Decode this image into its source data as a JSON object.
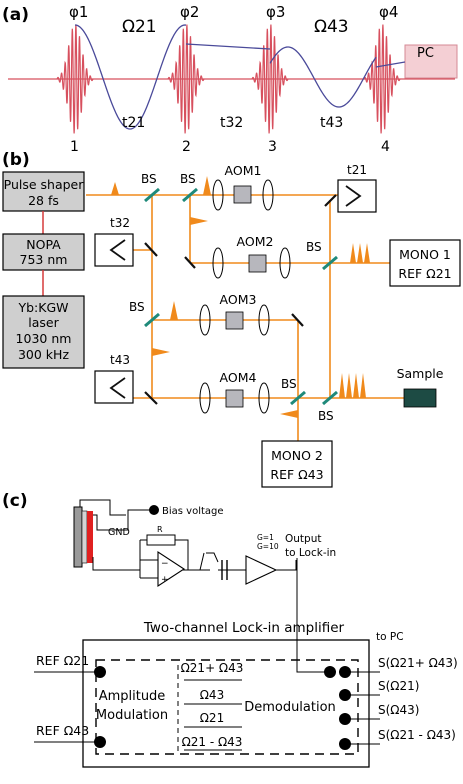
{
  "panel_a": {
    "label": "(a)",
    "phases": [
      "φ1",
      "φ2",
      "φ3",
      "φ4"
    ],
    "omega_21": "Ω21",
    "omega_43": "Ω43",
    "pc": "PC",
    "pulse_numbers": [
      "1",
      "2",
      "3",
      "4"
    ],
    "delays": [
      "t21",
      "t32",
      "t43"
    ]
  },
  "panel_b": {
    "label": "(b)",
    "pulse_shaper": [
      "Pulse shaper",
      "28 fs"
    ],
    "nopa": [
      "NOPA",
      "753 nm"
    ],
    "laser": [
      "Yb:KGW",
      "laser",
      "1030 nm",
      "300 kHz"
    ],
    "bs": "BS",
    "aoms": [
      "AOM1",
      "AOM2",
      "AOM3",
      "AOM4"
    ],
    "delays": [
      "t21",
      "t32",
      "t43"
    ],
    "mono1": [
      "MONO 1",
      "REF Ω21"
    ],
    "mono2": [
      "MONO 2",
      "REF Ω43"
    ],
    "sample": "Sample"
  },
  "panel_c": {
    "label": "(c)",
    "bias": "Bias voltage",
    "gnd": "GND",
    "resistor": "R",
    "gain": [
      "G=1",
      "G=10"
    ],
    "output": [
      "Output",
      "to Lock-in"
    ],
    "lockin_title": "Two-channel Lock-in amplifier",
    "to_pc": "to PC",
    "ref_in": [
      "REF Ω21",
      "REF Ω43"
    ],
    "amp_mod": [
      "Amplitude",
      "Modulation"
    ],
    "freqs": [
      "Ω21+ Ω43",
      "Ω43",
      "Ω21",
      "Ω21 - Ω43"
    ],
    "demod": "Demodulation",
    "outputs": [
      "S(Ω21+ Ω43)",
      "S(Ω21)",
      "S(Ω43)",
      "S(Ω21 - Ω43)"
    ]
  }
}
